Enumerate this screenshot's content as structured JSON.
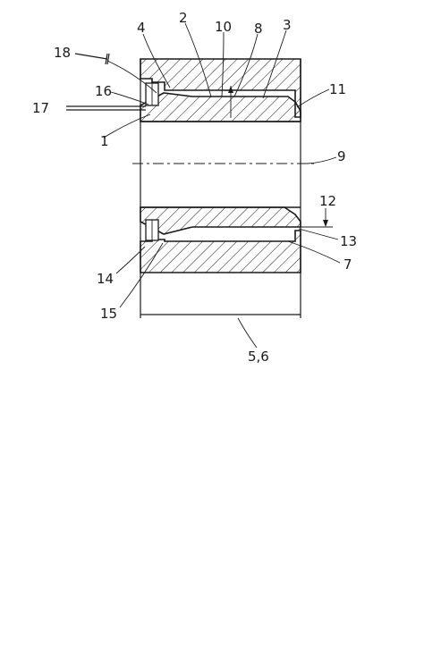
{
  "figure": {
    "labels": {
      "l1": "1",
      "l2": "2",
      "l3": "3",
      "l4": "4",
      "l56": "5,6",
      "l7": "7",
      "l8": "8",
      "l9": "9",
      "l10": "10",
      "l11": "11",
      "l12": "12",
      "l13": "13",
      "l14": "14",
      "l15": "15",
      "l16": "16",
      "l17": "17",
      "l18": "18"
    }
  }
}
